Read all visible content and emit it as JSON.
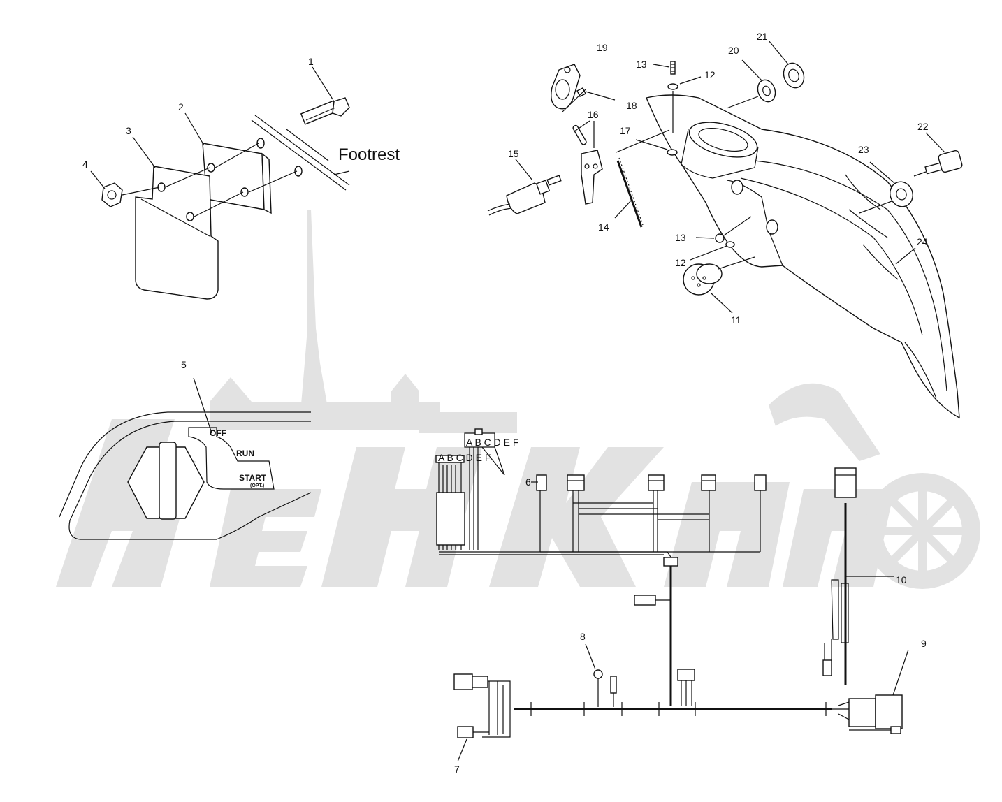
{
  "callouts": {
    "c1": "1",
    "c2": "2",
    "c3": "3",
    "c4": "4",
    "c5": "5",
    "c6": "6",
    "c7": "7",
    "c8": "8",
    "c9": "9",
    "c10": "10",
    "c11": "11",
    "c12a": "12",
    "c12b": "12",
    "c13a": "13",
    "c13b": "13",
    "c14": "14",
    "c15": "15",
    "c16": "16",
    "c17": "17",
    "c18": "18",
    "c19": "19",
    "c20": "20",
    "c21": "21",
    "c22": "22",
    "c23": "23",
    "c24": "24"
  },
  "labels": {
    "footrest": "Footrest"
  },
  "ignition_switch": {
    "off": "OFF",
    "run": "RUN",
    "start": "START",
    "start_note": "(OPT.)"
  },
  "connector_pins": "A B C D E F",
  "icons": {
    "watermark": "city-skyline-motorcycle-logo",
    "harness": "wiring-harness",
    "housing": "handlebar-switch-housing"
  }
}
